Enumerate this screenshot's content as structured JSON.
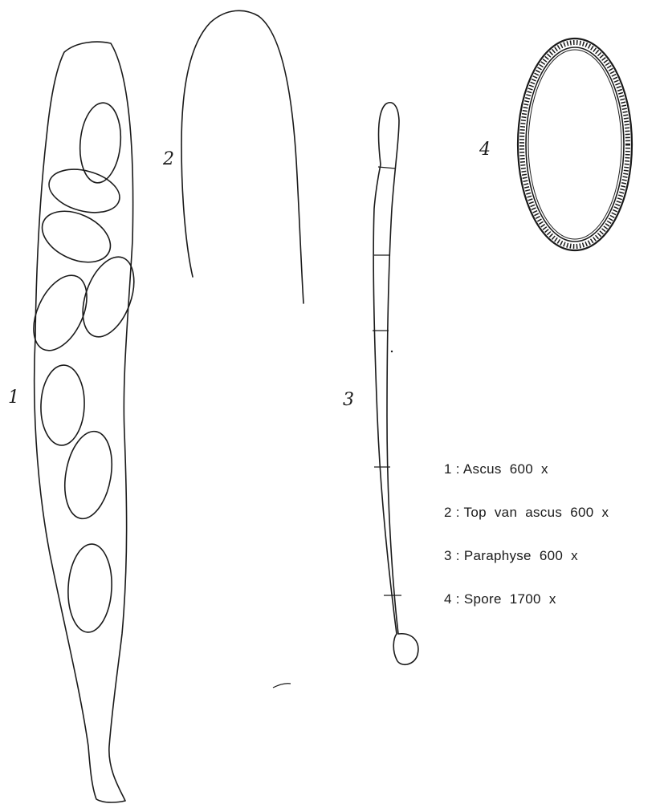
{
  "figure_numbers": {
    "ascus": "1",
    "ascus_top": "2",
    "paraphyse": "3",
    "spore": "4"
  },
  "legend": [
    {
      "number": "1",
      "text": "Ascus  600  x"
    },
    {
      "number": "2",
      "text": "Top  van  ascus  600  x"
    },
    {
      "number": "3",
      "text": "Paraphyse  600  x"
    },
    {
      "number": "4",
      "text": "Spore  1700  x"
    }
  ],
  "ink_color": "#1a1a1a"
}
